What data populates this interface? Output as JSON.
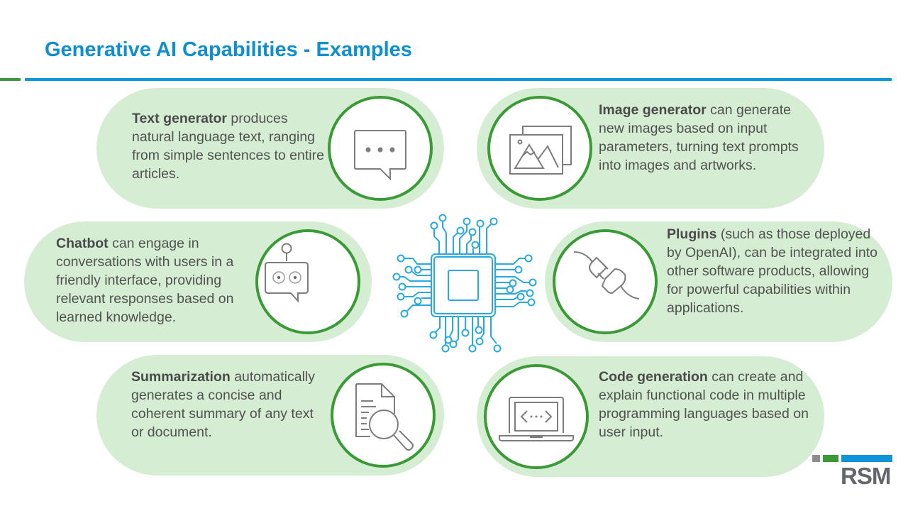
{
  "slide": {
    "title": "Generative AI Capabilities - Examples",
    "colors": {
      "title": "#0f8fd0",
      "accent_green": "#3a9a35",
      "accent_blue": "#0f95d8",
      "pill_fill": "#d5eed3",
      "chip_blue": "#29a9e0",
      "icon_gray": "#7d7d7d"
    }
  },
  "capabilities": [
    {
      "name": "Text generator",
      "description": " produces natural language text, ranging from simple sentences to entire articles.",
      "icon": "speech-bubble-icon"
    },
    {
      "name": "Image generator",
      "description": " can generate new images based on input parameters, turning text prompts into images and artworks.",
      "icon": "image-gallery-icon"
    },
    {
      "name": "Chatbot",
      "description": " can engage in conversations with users in a friendly interface, providing relevant responses based on learned knowledge.",
      "icon": "robot-chat-icon"
    },
    {
      "name": "Plugins",
      "description": " (such as those deployed by OpenAI), can be integrated into other software products, allowing for powerful capabilities within applications.",
      "icon": "plug-icon"
    },
    {
      "name": "Summarization",
      "description": " automatically generates a concise and coherent summary of any text or document.",
      "icon": "document-search-icon"
    },
    {
      "name": "Code generation",
      "description": " can create and explain functional code in multiple programming languages based on user input.",
      "icon": "laptop-code-icon"
    }
  ],
  "center_graphic": {
    "icon": "ai-chip-icon"
  },
  "logo": {
    "text": "RSM",
    "bar_colors": [
      "#8c8f92",
      "#3a9a35",
      "#0f95d8"
    ]
  }
}
